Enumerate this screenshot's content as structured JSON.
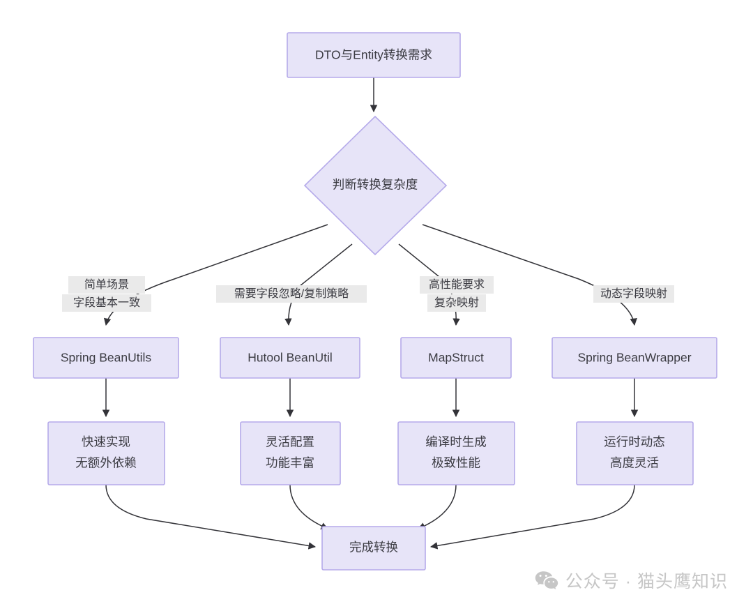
{
  "diagram": {
    "type": "flowchart",
    "title": "DTO与Entity转换需求",
    "colors": {
      "node_fill": "#e7e4f8",
      "node_stroke": "#b5aaea",
      "edge_stroke": "#333338",
      "label_bg": "#eaeaea",
      "text": "#3b3b42",
      "watermark": "#c6c6c6",
      "background": "#ffffff"
    },
    "nodes": {
      "start": {
        "id": "start",
        "label": "DTO与Entity转换需求",
        "shape": "rect"
      },
      "decision": {
        "id": "decision",
        "label": "判断转换复杂度",
        "shape": "diamond"
      },
      "tool1": {
        "id": "tool1",
        "label": "Spring BeanUtils",
        "shape": "rect"
      },
      "tool2": {
        "id": "tool2",
        "label": "Hutool BeanUtil",
        "shape": "rect"
      },
      "tool3": {
        "id": "tool3",
        "label": "MapStruct",
        "shape": "rect"
      },
      "tool4": {
        "id": "tool4",
        "label": "Spring BeanWrapper",
        "shape": "rect"
      },
      "desc1": {
        "id": "desc1",
        "line1": "快速实现",
        "line2": "无额外依赖",
        "shape": "rect"
      },
      "desc2": {
        "id": "desc2",
        "line1": "灵活配置",
        "line2": "功能丰富",
        "shape": "rect"
      },
      "desc3": {
        "id": "desc3",
        "line1": "编译时生成",
        "line2": "极致性能",
        "shape": "rect"
      },
      "desc4": {
        "id": "desc4",
        "line1": "运行时动态",
        "line2": "高度灵活",
        "shape": "rect"
      },
      "end": {
        "id": "end",
        "label": "完成转换",
        "shape": "rect"
      }
    },
    "edge_labels": {
      "branch1_line1": "简单场景",
      "branch1_line2": "字段基本一致",
      "branch2_line1": "需要字段忽略/复制策略",
      "branch3_line1": "高性能要求",
      "branch3_line2": "复杂映射",
      "branch4_line1": "动态字段映射"
    }
  },
  "watermark": {
    "icon": "wechat-icon",
    "text": "公众号 · 猫头鹰知识"
  }
}
